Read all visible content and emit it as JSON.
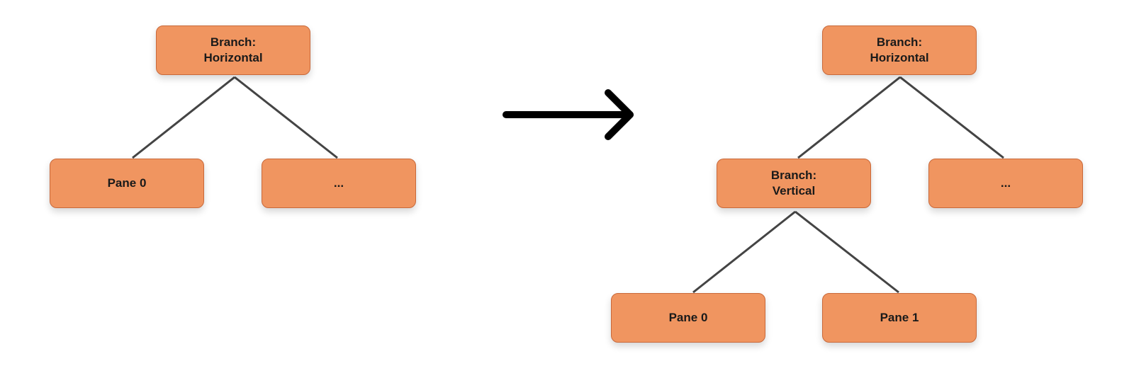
{
  "colors": {
    "node_fill": "#f09560",
    "node_border": "#c9693a",
    "connector": "#444444",
    "arrow": "#000000"
  },
  "before_tree": {
    "root": {
      "label": "Branch:\nHorizontal"
    },
    "children": [
      {
        "label": "Pane 0"
      },
      {
        "label": "..."
      }
    ]
  },
  "transition_arrow": {
    "icon": "right-arrow-icon"
  },
  "after_tree": {
    "root": {
      "label": "Branch:\nHorizontal"
    },
    "branch": {
      "label": "Branch:\nVertical"
    },
    "ellipsis": {
      "label": "..."
    },
    "leaves": [
      {
        "label": "Pane 0"
      },
      {
        "label": "Pane 1"
      }
    ]
  }
}
